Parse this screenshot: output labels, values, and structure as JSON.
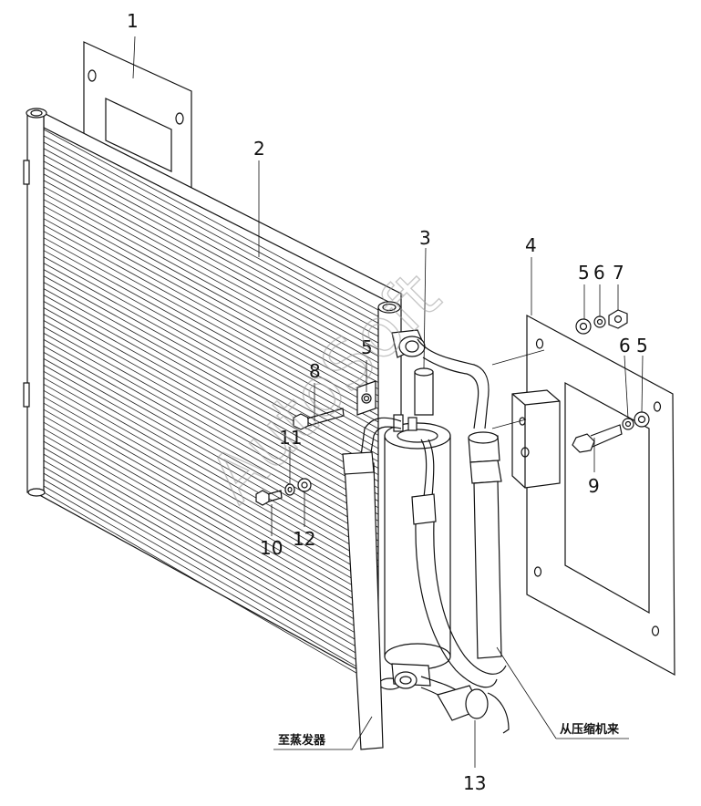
{
  "watermark": "AutoSoft",
  "callouts": [
    "1",
    "2",
    "3",
    "4",
    "5",
    "6",
    "7",
    "5",
    "6",
    "5",
    "8",
    "9",
    "11",
    "10",
    "12",
    "13"
  ],
  "notes": {
    "to_evaporator": "至蒸发器",
    "from_compressor": "从压缩机来"
  }
}
